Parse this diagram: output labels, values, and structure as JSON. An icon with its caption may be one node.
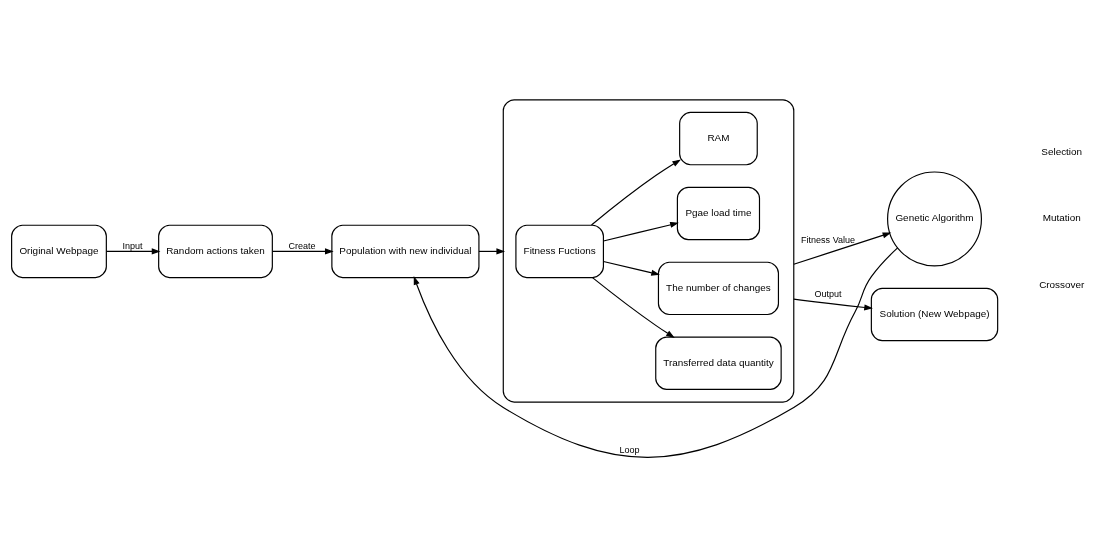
{
  "diagram": {
    "nodes": [
      {
        "text": [
          "Original Webpage"
        ]
      },
      {
        "text": [
          "Random actions taken"
        ]
      },
      {
        "text": [
          "Population with new individual"
        ]
      },
      {
        "text": [],
        "shape": "box"
      },
      {
        "text": [
          "Fitness Fuctions"
        ],
        "in": 3
      },
      {
        "text": [
          "Transferred data quantity"
        ],
        "in": 3
      },
      {
        "text": [
          "The number of changes"
        ],
        "in": 3
      },
      {
        "text": [
          "Pgae load time"
        ],
        "in": 3
      },
      {
        "text": [
          "RAM"
        ],
        "in": 3
      },
      {
        "text": [
          "Genetic Algorithm"
        ]
      },
      {
        "text": [
          "Solution (New Webpage)"
        ]
      }
    ],
    "edges": [
      {
        "from": 0,
        "to": 1,
        "arrow": "to",
        "label": "Input"
      },
      {
        "from": 1,
        "to": 2,
        "arrow": "to",
        "label": "Create"
      },
      {
        "from": 2,
        "to": 3,
        "arrow": "to"
      },
      {
        "from": 4,
        "to": 5,
        "arrow": "to"
      },
      {
        "from": 4,
        "to": 6,
        "arrow": "to"
      },
      {
        "from": 4,
        "to": 7,
        "arrow": "to"
      },
      {
        "from": 4,
        "to": 8,
        "arrow": "to"
      },
      {
        "from": 3,
        "to": 9,
        "arrow": "to",
        "label": "Fitness Value"
      },
      {
        "from": 9,
        "to": 2,
        "arrow": "to",
        "label": "Loop"
      },
      {
        "from": 3,
        "to": 10,
        "arrow": "to",
        "label": "Output"
      }
    ],
    "labels": [
      "Selection",
      "Mutation",
      "Crossover"
    ]
  }
}
